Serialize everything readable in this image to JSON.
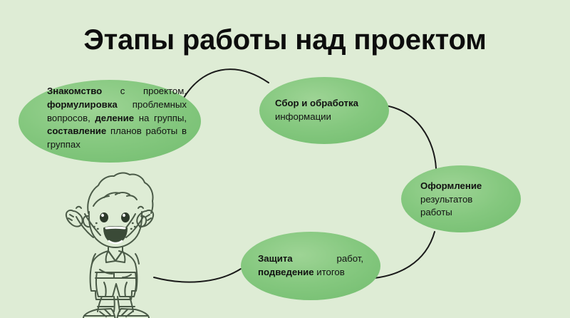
{
  "slide": {
    "title": "Этапы работы над проектом",
    "background_color": "#deecd5",
    "accent_color": "#7ec67e",
    "text_color": "#121212",
    "connector_color": "#1a1a1a"
  },
  "steps": [
    {
      "id": "step-1",
      "order": 1,
      "text_html": "<b>Знакомство</b> с проектом, <b>формулировка</b> проблемных вопросов, <b>деление</b> на группы, <b>составление</b> планов работы в группах",
      "plain_text": "Знакомство с проектом, формулировка проблемных вопросов, деление на группы, составление планов работы в группах",
      "bold_words": [
        "Знакомство",
        "формулировка",
        "деление",
        "составление"
      ]
    },
    {
      "id": "step-2",
      "order": 2,
      "text_html": "<b>Сбор и обработка</b><br>информации",
      "plain_text": "Сбор и обработка информации",
      "bold_words": [
        "Сбор и обработка"
      ]
    },
    {
      "id": "step-3",
      "order": 3,
      "text_html": "<b>Оформление</b><br>результатов<br>работы",
      "plain_text": "Оформление результатов работы",
      "bold_words": [
        "Оформление"
      ]
    },
    {
      "id": "step-4",
      "order": 4,
      "text_html": "<b>Защита</b> работ, <b>подведение</b> итогов",
      "plain_text": "Защита работ, подведение итогов",
      "bold_words": [
        "Защита",
        "подведение"
      ]
    }
  ],
  "illustration": {
    "name": "cheering-boy",
    "description": "Line-art drawing of a smiling boy with raised fists"
  }
}
